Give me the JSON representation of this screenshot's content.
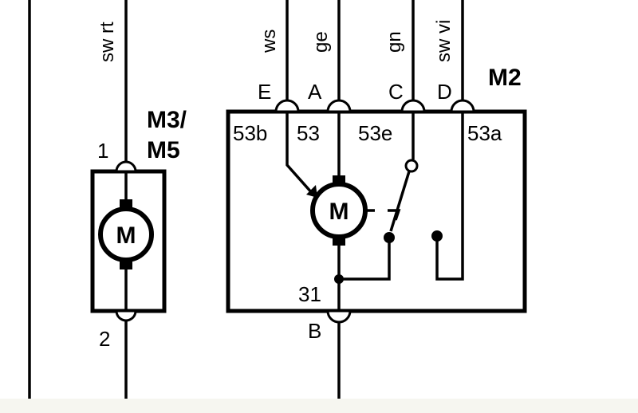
{
  "wire_labels": {
    "left_vertical": "sw rt",
    "ws": "ws",
    "ge": "ge",
    "gn": "gn",
    "swvi": "sw vi"
  },
  "m2": {
    "title": "M2",
    "terminal_letters": {
      "E": "E",
      "A": "A",
      "C": "C",
      "D": "D",
      "B": "B"
    },
    "terminal_codes": {
      "t53b": "53b",
      "t53": "53",
      "t53e": "53e",
      "t53a": "53a",
      "t31": "31"
    },
    "motor_symbol": "M"
  },
  "m3m5": {
    "title_line1": "M3/",
    "title_line2": "M5",
    "pin_top": "1",
    "pin_bottom": "2",
    "motor_symbol": "M"
  }
}
